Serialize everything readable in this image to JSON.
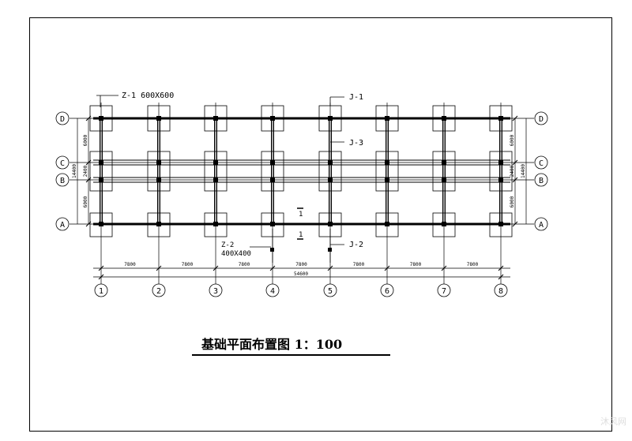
{
  "drawing": {
    "title": "基础平面布置图 1：100",
    "axes_x": [
      "1",
      "2",
      "3",
      "4",
      "5",
      "6",
      "7",
      "8"
    ],
    "axes_y": [
      "D",
      "C",
      "B",
      "A"
    ],
    "bay_spacing": [
      "7800",
      "7800",
      "7800",
      "7800",
      "7800",
      "7800",
      "7800"
    ],
    "total_length": "54600",
    "left_dims": [
      "6000",
      "2400",
      "6000"
    ],
    "left_total": "14400",
    "right_dims": [
      "6000",
      "2400",
      "6000"
    ],
    "right_total": "14400",
    "labels": {
      "z1": "Z-1  600X600",
      "j1": "J-1",
      "j3": "J-3",
      "z2": "Z-2",
      "z2_size": "400X400",
      "j2": "J-2",
      "section_upper": "1",
      "section_lower": "1"
    }
  },
  "watermark": "沐风网"
}
